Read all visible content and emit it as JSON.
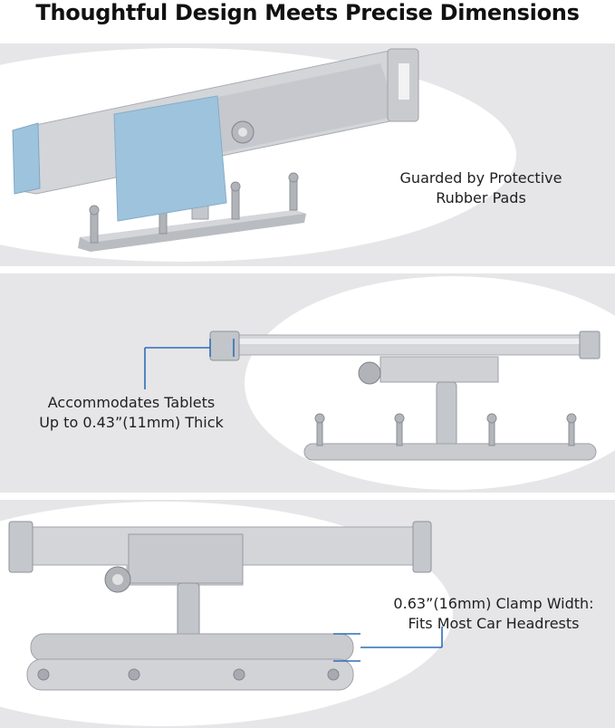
{
  "title": "Thoughtful Design Meets Precise Dimensions",
  "panels": [
    {
      "caption_lines": [
        "Guarded by Protective",
        "Rubber Pads"
      ]
    },
    {
      "caption_lines": [
        "Accommodates Tablets",
        "Up to 0.43”(11mm) Thick"
      ]
    },
    {
      "caption_lines": [
        "0.63”(16mm) Clamp Width:",
        "Fits Most Car Headrests"
      ]
    }
  ],
  "colors": {
    "panel_bg": "#e6e6e8",
    "highlight": "#ffffff",
    "metal": "#c9cbcf",
    "metal_dark": "#9ea2a8",
    "pad_blue": "#9ec3dc",
    "dimension_line": "#2f6db5"
  }
}
